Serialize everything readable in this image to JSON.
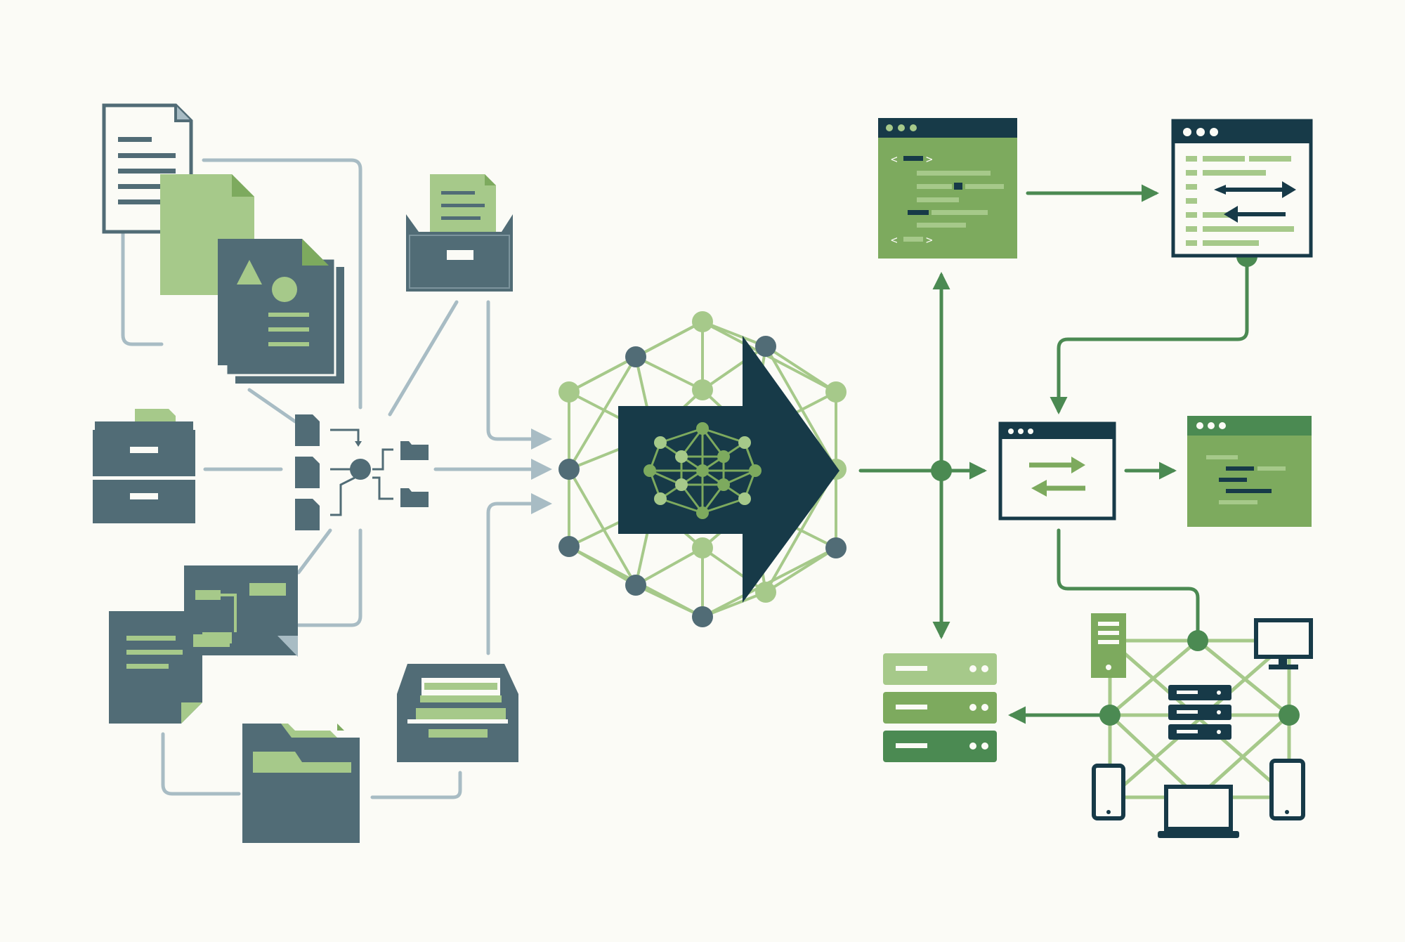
{
  "colors": {
    "background": "#fbfbf6",
    "navy": "#173a48",
    "slate": "#516c76",
    "slate_line": "#a8bcc4",
    "light_green": "#a6c98a",
    "mid_green": "#7daa5e",
    "dark_green": "#4b8a52"
  },
  "sections": {
    "sources": {
      "items": [
        {
          "id": "text-document",
          "icon": "document-lines-icon"
        },
        {
          "id": "green-document",
          "icon": "document-icon"
        },
        {
          "id": "media-document",
          "icon": "document-shapes-icon"
        },
        {
          "id": "inbox-tray",
          "icon": "tray-with-document-icon"
        },
        {
          "id": "filing-cabinet",
          "icon": "cabinet-drawers-icon"
        },
        {
          "id": "flow-documents",
          "icon": "flowchart-documents-icon"
        },
        {
          "id": "open-folder",
          "icon": "folder-icon"
        },
        {
          "id": "file-box",
          "icon": "file-drawer-icon"
        }
      ],
      "hub_icon": "file-routing-icon"
    },
    "core": {
      "icon": "neural-network-arrow-icon"
    },
    "outputs": {
      "items": [
        {
          "id": "code-window",
          "icon": "code-window-icon"
        },
        {
          "id": "transform-window",
          "icon": "exchange-arrows-window-icon"
        },
        {
          "id": "exchange-window",
          "icon": "swap-arrows-window-icon"
        },
        {
          "id": "result-window",
          "icon": "text-window-icon"
        },
        {
          "id": "server-stack",
          "icon": "server-rack-icon"
        },
        {
          "id": "device-network",
          "icon": "connected-devices-icon"
        }
      ]
    }
  }
}
